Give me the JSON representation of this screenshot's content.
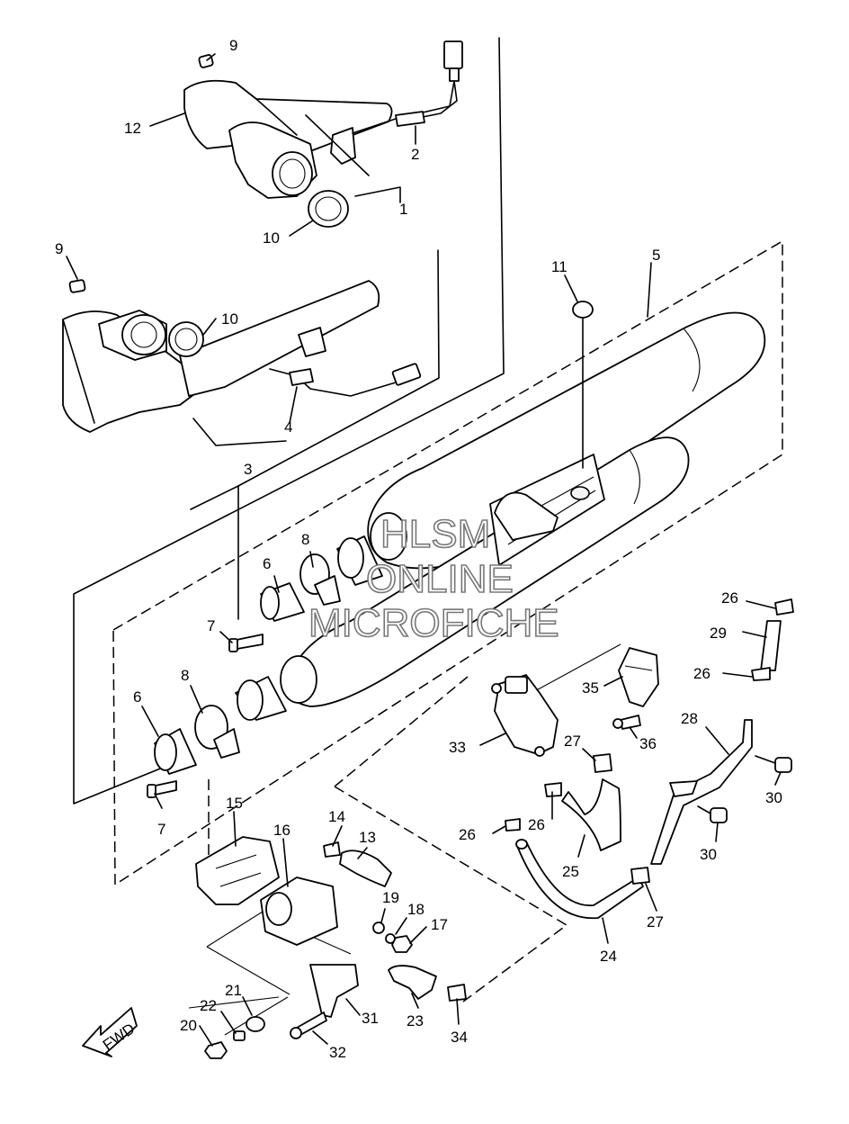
{
  "watermark": {
    "line1": "HLSM",
    "line2": "ONLINE",
    "line3": "MICROFICHE"
  },
  "fwd_label": "FWD",
  "callouts": [
    {
      "id": "c1",
      "text": "1"
    },
    {
      "id": "c2",
      "text": "2"
    },
    {
      "id": "c3",
      "text": "3"
    },
    {
      "id": "c4",
      "text": "4"
    },
    {
      "id": "c5",
      "text": "5"
    },
    {
      "id": "c6a",
      "text": "6"
    },
    {
      "id": "c6b",
      "text": "6"
    },
    {
      "id": "c7a",
      "text": "7"
    },
    {
      "id": "c7b",
      "text": "7"
    },
    {
      "id": "c8a",
      "text": "8"
    },
    {
      "id": "c8b",
      "text": "8"
    },
    {
      "id": "c9a",
      "text": "9"
    },
    {
      "id": "c9b",
      "text": "9"
    },
    {
      "id": "c10a",
      "text": "10"
    },
    {
      "id": "c10b",
      "text": "10"
    },
    {
      "id": "c11",
      "text": "11"
    },
    {
      "id": "c12",
      "text": "12"
    },
    {
      "id": "c13",
      "text": "13"
    },
    {
      "id": "c14",
      "text": "14"
    },
    {
      "id": "c15",
      "text": "15"
    },
    {
      "id": "c16",
      "text": "16"
    },
    {
      "id": "c17",
      "text": "17"
    },
    {
      "id": "c18",
      "text": "18"
    },
    {
      "id": "c19",
      "text": "19"
    },
    {
      "id": "c20",
      "text": "20"
    },
    {
      "id": "c21",
      "text": "21"
    },
    {
      "id": "c22",
      "text": "22"
    },
    {
      "id": "c23",
      "text": "23"
    },
    {
      "id": "c24",
      "text": "24"
    },
    {
      "id": "c25",
      "text": "25"
    },
    {
      "id": "c26a",
      "text": "26"
    },
    {
      "id": "c26b",
      "text": "26"
    },
    {
      "id": "c26c",
      "text": "26"
    },
    {
      "id": "c26d",
      "text": "26"
    },
    {
      "id": "c27a",
      "text": "27"
    },
    {
      "id": "c27b",
      "text": "27"
    },
    {
      "id": "c28",
      "text": "28"
    },
    {
      "id": "c29",
      "text": "29"
    },
    {
      "id": "c30a",
      "text": "30"
    },
    {
      "id": "c30b",
      "text": "30"
    },
    {
      "id": "c31",
      "text": "31"
    },
    {
      "id": "c32",
      "text": "32"
    },
    {
      "id": "c33",
      "text": "33"
    },
    {
      "id": "c34",
      "text": "34"
    },
    {
      "id": "c35",
      "text": "35"
    },
    {
      "id": "c36",
      "text": "36"
    }
  ]
}
